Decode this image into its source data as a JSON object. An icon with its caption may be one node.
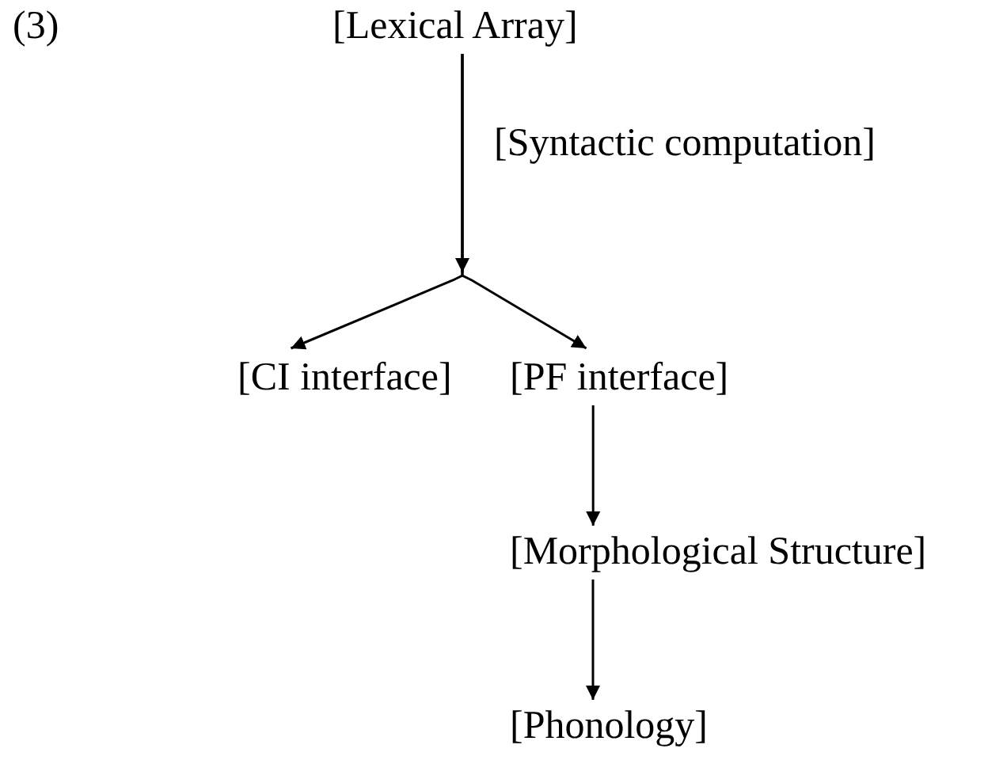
{
  "diagram": {
    "nodes": [
      {
        "text": [
          "[Lexical Array]"
        ]
      },
      {
        "text": [
          "[CI interface]"
        ]
      },
      {
        "text": [
          "[PF interface]"
        ]
      },
      {
        "text": [
          "[Morphological Structure]"
        ]
      },
      {
        "text": [
          "[Phonology]"
        ]
      }
    ],
    "edges": [
      {
        "from": 0,
        "to": 1,
        "arrow": "to",
        "label": "[Syntactic computation]"
      },
      {
        "from": 0,
        "to": 2,
        "arrow": "to"
      },
      {
        "from": 2,
        "to": 3,
        "arrow": "to"
      },
      {
        "from": 3,
        "to": 4,
        "arrow": "to"
      }
    ],
    "labels": [
      "(3)"
    ]
  }
}
